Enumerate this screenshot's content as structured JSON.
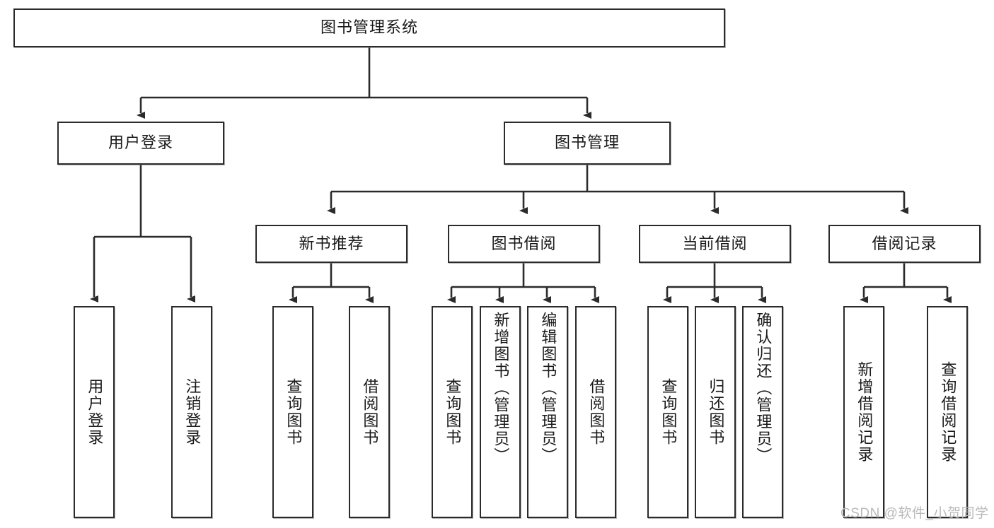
{
  "diagram": {
    "type": "tree-hierarchy-chart",
    "title": "图书管理系统",
    "root": {
      "id": "root",
      "label": "图书管理系统"
    },
    "level2": [
      {
        "id": "user-login",
        "label": "用户登录"
      },
      {
        "id": "book-manage",
        "label": "图书管理"
      }
    ],
    "level3": [
      {
        "id": "new-book-recommend",
        "label": "新书推荐",
        "parent": "book-manage"
      },
      {
        "id": "book-borrow",
        "label": "图书借阅",
        "parent": "book-manage"
      },
      {
        "id": "current-borrow",
        "label": "当前借阅",
        "parent": "book-manage"
      },
      {
        "id": "borrow-record",
        "label": "借阅记录",
        "parent": "book-manage"
      }
    ],
    "leaves": [
      {
        "id": "leaf-user-login",
        "label": "用户登录",
        "parent": "user-login"
      },
      {
        "id": "leaf-logout-login",
        "label": "注销登录",
        "parent": "user-login"
      },
      {
        "id": "leaf-query-book-1",
        "label": "查询图书",
        "parent": "new-book-recommend"
      },
      {
        "id": "leaf-borrow-book-1",
        "label": "借阅图书",
        "parent": "new-book-recommend"
      },
      {
        "id": "leaf-query-book-2",
        "label": "查询图书",
        "parent": "book-borrow"
      },
      {
        "id": "leaf-add-book",
        "label": "新增图书（管理员）",
        "parent": "book-borrow"
      },
      {
        "id": "leaf-edit-book",
        "label": "编辑图书（管理员）",
        "parent": "book-borrow"
      },
      {
        "id": "leaf-borrow-book-2",
        "label": "借阅图书",
        "parent": "book-borrow"
      },
      {
        "id": "leaf-query-book-3",
        "label": "查询图书",
        "parent": "current-borrow"
      },
      {
        "id": "leaf-return-book",
        "label": "归还图书",
        "parent": "current-borrow"
      },
      {
        "id": "leaf-confirm-return",
        "label": "确认归还（管理员）",
        "parent": "current-borrow"
      },
      {
        "id": "leaf-add-record",
        "label": "新增借阅记录",
        "parent": "borrow-record"
      },
      {
        "id": "leaf-query-record",
        "label": "查询借阅记录",
        "parent": "borrow-record"
      }
    ]
  },
  "watermark": {
    "text": "CSDN @软件_小贺同学"
  },
  "colors": {
    "border": "#2b2b2b",
    "text": "#1a1a1a",
    "background": "#ffffff",
    "watermark": "#b9b9b9"
  }
}
